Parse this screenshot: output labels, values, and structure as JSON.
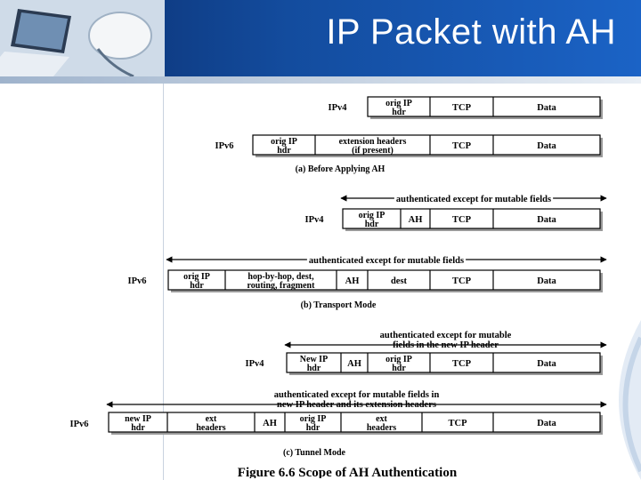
{
  "slide": {
    "title": "IP Packet with AH"
  },
  "figure": {
    "caption": "Figure 6.6    Scope of AH Authentication",
    "panel_a": {
      "ipv4_label": "IPv4",
      "ipv4_fields": [
        [
          "orig IP",
          "hdr"
        ],
        [
          "TCP"
        ],
        [
          "Data"
        ]
      ],
      "ipv6_label": "IPv6",
      "ipv6_fields": [
        [
          "orig IP",
          "hdr"
        ],
        [
          "extension headers",
          "(if present)"
        ],
        [
          "TCP"
        ],
        [
          "Data"
        ]
      ],
      "label": "(a) Before Applying AH"
    },
    "panel_b": {
      "ipv4_arrow": "authenticated except for mutable fields",
      "ipv4_label": "IPv4",
      "ipv4_fields": [
        [
          "orig IP",
          "hdr"
        ],
        [
          "AH"
        ],
        [
          "TCP"
        ],
        [
          "Data"
        ]
      ],
      "ipv6_arrow": "authenticated except for mutable fields",
      "ipv6_label": "IPv6",
      "ipv6_fields": [
        [
          "orig IP",
          "hdr"
        ],
        [
          "hop-by-hop, dest,",
          "routing, fragment"
        ],
        [
          "AH"
        ],
        [
          "dest"
        ],
        [
          "TCP"
        ],
        [
          "Data"
        ]
      ],
      "label": "(b) Transport Mode"
    },
    "panel_c": {
      "ipv4_arrow": [
        "authenticated except for mutable",
        "fields in the new IP header"
      ],
      "ipv4_label": "IPv4",
      "ipv4_fields": [
        [
          "New IP",
          "hdr"
        ],
        [
          "AH"
        ],
        [
          "orig IP",
          "hdr"
        ],
        [
          "TCP"
        ],
        [
          "Data"
        ]
      ],
      "ipv6_arrow": [
        "authenticated except for mutable fields in",
        "new IP header and its extension headers"
      ],
      "ipv6_label": "IPv6",
      "ipv6_fields": [
        [
          "new IP",
          "hdr"
        ],
        [
          "ext",
          "headers"
        ],
        [
          "AH"
        ],
        [
          "orig IP",
          "hdr"
        ],
        [
          "ext",
          "headers"
        ],
        [
          "TCP"
        ],
        [
          "Data"
        ]
      ],
      "label": "(c) Tunnel Mode"
    }
  }
}
